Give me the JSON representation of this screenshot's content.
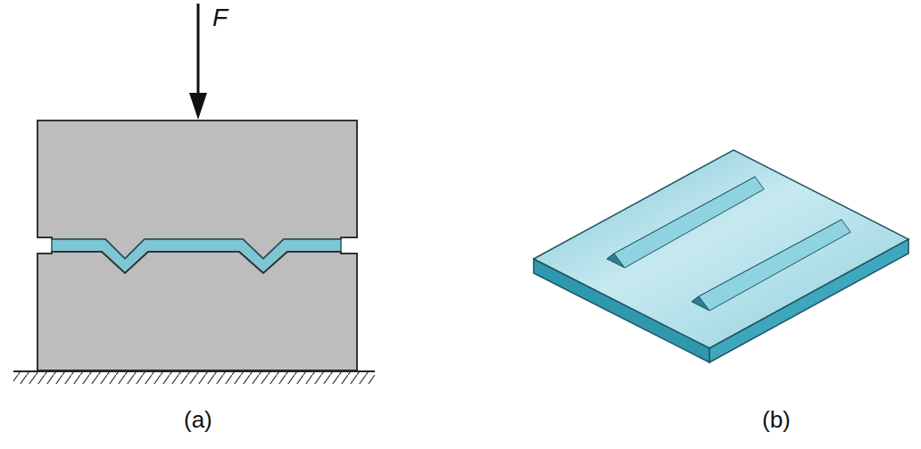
{
  "diagram": {
    "labels": [
      "F",
      "(a)",
      "(b)"
    ]
  }
}
